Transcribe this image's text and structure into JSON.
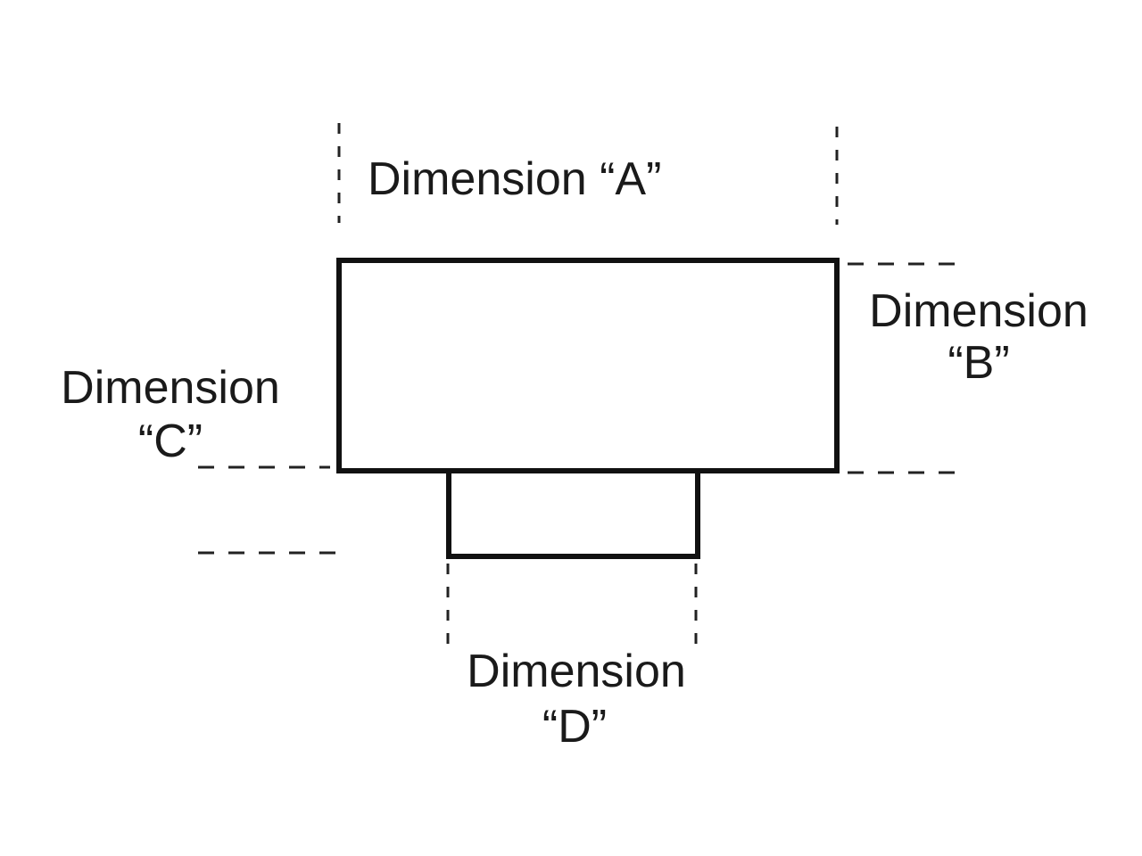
{
  "colors": {
    "background": "#ffffff",
    "stroke": "#111111",
    "text": "#1a1a1a"
  },
  "labels": {
    "dim_a": "Dimension “A”",
    "dim_b_line1": "Dimension",
    "dim_b_line2": "“B”",
    "dim_c_line1": "Dimension",
    "dim_c_line2": "“C”",
    "dim_d_line1": "Dimension",
    "dim_d_line2": "“D”"
  }
}
